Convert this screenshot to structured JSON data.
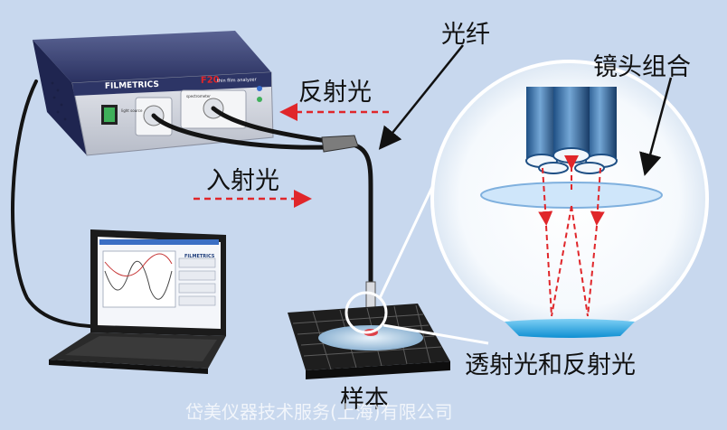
{
  "labels": {
    "fiber": "光纤",
    "reflected": "反射光",
    "lens": "镜头组合",
    "incident": "入射光",
    "transmitted_reflected": "透射光和反射光",
    "sample": "样本"
  },
  "device": {
    "brand": "FILMETRICS",
    "model": "F20",
    "model_sub": "thin film analyzer",
    "power_label": "light source",
    "port_label": "spectrometer"
  },
  "laptop": {
    "screen_brand": "FILMETRICS"
  },
  "watermark": "岱美仪器技术服务(上海)有限公司",
  "colors": {
    "background": "#c8d8ee",
    "arrow_red": "#e0262a",
    "device_body": "#2d3566",
    "lens_glass": "#cfe6fa",
    "sample_blue": "#1aa0e0"
  }
}
